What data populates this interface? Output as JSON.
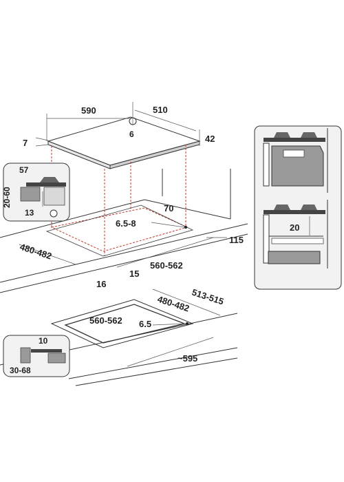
{
  "colors": {
    "line": "#333333",
    "cutout_dashed": "#c0392b",
    "panel_background": "#f2f2f2",
    "fill_grey": "#9a9a9a"
  },
  "hob_top_view": {
    "width": "590",
    "depth": "510",
    "thickness": "42",
    "edge": "7",
    "center_marker": "6"
  },
  "detail_section_top": {
    "width": "57",
    "height_range": "20-60",
    "gap": "13"
  },
  "countertop_cutout": {
    "back_distance": "70",
    "corner_note": "6.5-8",
    "depth_range": "480-482",
    "width_range": "560-562",
    "side_115": "115",
    "front_16": "16",
    "front_15": "15"
  },
  "flush_mount_cutout": {
    "outer_depth": "513-515",
    "inner_depth": "480-482",
    "inner_width": "560-562",
    "corner_note": "6.5",
    "outer_width": "~595"
  },
  "detail_section_bottom": {
    "rim": "10",
    "thickness_range": "30-68"
  },
  "oven_panel": {
    "clearance": "20"
  }
}
